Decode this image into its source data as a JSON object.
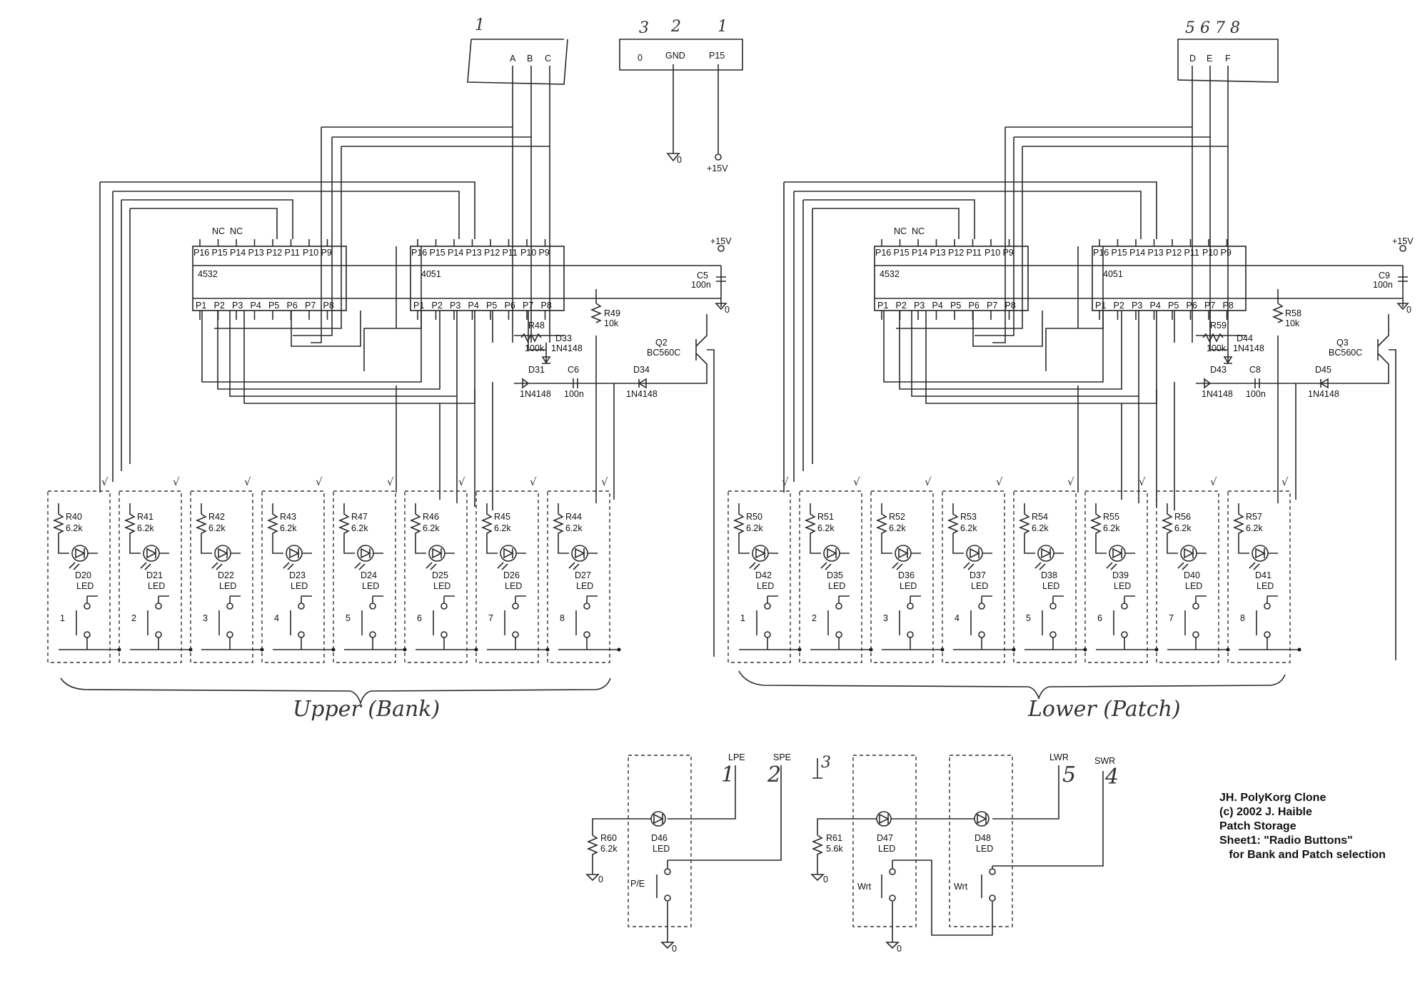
{
  "connectors": {
    "left": {
      "pins": [
        "A",
        "B",
        "C"
      ],
      "hw_number": "1"
    },
    "mid": {
      "pins": [
        "GND",
        "P15"
      ],
      "numbers": [
        "3",
        "2",
        "1"
      ],
      "left_mark": "0"
    },
    "right": {
      "pins": [
        "D",
        "E",
        "F"
      ],
      "hw_numbers": "5 6 7  8"
    }
  },
  "supply": {
    "vplus": "+15V",
    "gnd": "0"
  },
  "ic": {
    "upper_a": {
      "name": "4532",
      "top_pins": [
        "P16",
        "P15",
        "P14",
        "P13",
        "P12",
        "P11",
        "P10",
        "P9"
      ],
      "bottom_pins": [
        "P1",
        "P2",
        "P3",
        "P4",
        "P5",
        "P6",
        "P7",
        "P8"
      ],
      "nc": [
        "NC",
        "NC"
      ]
    },
    "upper_b": {
      "name": "4051",
      "top_pins": [
        "P16",
        "P15",
        "P14",
        "P13",
        "P12",
        "P11",
        "P10",
        "P9"
      ],
      "bottom_pins": [
        "P1",
        "P2",
        "P3",
        "P4",
        "P5",
        "P6",
        "P7",
        "P8"
      ]
    },
    "lower_a": {
      "name": "4532",
      "top_pins": [
        "P16",
        "P15",
        "P14",
        "P13",
        "P12",
        "P11",
        "P10",
        "P9"
      ],
      "bottom_pins": [
        "P1",
        "P2",
        "P3",
        "P4",
        "P5",
        "P6",
        "P7",
        "P8"
      ],
      "nc": [
        "NC",
        "NC"
      ]
    },
    "lower_b": {
      "name": "4051",
      "top_pins": [
        "P16",
        "P15",
        "P14",
        "P13",
        "P12",
        "P11",
        "P10",
        "P9"
      ],
      "bottom_pins": [
        "P1",
        "P2",
        "P3",
        "P4",
        "P5",
        "P6",
        "P7",
        "P8"
      ]
    }
  },
  "upper_parts": {
    "c5": [
      "C5",
      "100n"
    ],
    "r49": [
      "R49",
      "10k"
    ],
    "r48": [
      "R48",
      "100k"
    ],
    "d33": [
      "D33",
      "1N4148"
    ],
    "d31": [
      "D31",
      "1N4148"
    ],
    "c6": [
      "C6",
      "100n"
    ],
    "d34": [
      "D34",
      "1N4148"
    ],
    "q2": [
      "Q2",
      "BC560C"
    ]
  },
  "lower_parts": {
    "c9": [
      "C9",
      "100n"
    ],
    "r58": [
      "R58",
      "10k"
    ],
    "r59": [
      "R59",
      "100k"
    ],
    "d44": [
      "D44",
      "1N4148"
    ],
    "d43": [
      "D43",
      "1N4148"
    ],
    "c8": [
      "C8",
      "100n"
    ],
    "d45": [
      "D45",
      "1N4148"
    ],
    "q3": [
      "Q3",
      "BC560C"
    ]
  },
  "upper_buttons": [
    {
      "r": "R40",
      "rv": "6.2k",
      "d": "D20",
      "led": "LED",
      "n": "1"
    },
    {
      "r": "R41",
      "rv": "6.2k",
      "d": "D21",
      "led": "LED",
      "n": "2"
    },
    {
      "r": "R42",
      "rv": "6.2k",
      "d": "D22",
      "led": "LED",
      "n": "3"
    },
    {
      "r": "R43",
      "rv": "6.2k",
      "d": "D23",
      "led": "LED",
      "n": "4"
    },
    {
      "r": "R47",
      "rv": "6.2k",
      "d": "D24",
      "led": "LED",
      "n": "5"
    },
    {
      "r": "R46",
      "rv": "6.2k",
      "d": "D25",
      "led": "LED",
      "n": "6"
    },
    {
      "r": "R45",
      "rv": "6.2k",
      "d": "D26",
      "led": "LED",
      "n": "7"
    },
    {
      "r": "R44",
      "rv": "6.2k",
      "d": "D27",
      "led": "LED",
      "n": "8"
    }
  ],
  "lower_buttons": [
    {
      "r": "R50",
      "rv": "6.2k",
      "d": "D42",
      "led": "LED",
      "n": "1"
    },
    {
      "r": "R51",
      "rv": "6.2k",
      "d": "D35",
      "led": "LED",
      "n": "2"
    },
    {
      "r": "R52",
      "rv": "6.2k",
      "d": "D36",
      "led": "LED",
      "n": "3"
    },
    {
      "r": "R53",
      "rv": "6.2k",
      "d": "D37",
      "led": "LED",
      "n": "4"
    },
    {
      "r": "R54",
      "rv": "6.2k",
      "d": "D38",
      "led": "LED",
      "n": "5"
    },
    {
      "r": "R55",
      "rv": "6.2k",
      "d": "D39",
      "led": "LED",
      "n": "6"
    },
    {
      "r": "R56",
      "rv": "6.2k",
      "d": "D40",
      "led": "LED",
      "n": "7"
    },
    {
      "r": "R57",
      "rv": "6.2k",
      "d": "D41",
      "led": "LED",
      "n": "8"
    }
  ],
  "handwritten": {
    "upper": "Upper (Bank)",
    "lower": "Lower (Patch)"
  },
  "bottom": {
    "lpe": {
      "label": "LPE",
      "hw": "1"
    },
    "spe": {
      "label": "SPE",
      "hw": "2"
    },
    "mark3": "3",
    "lwr": {
      "label": "LWR",
      "hw": "5"
    },
    "swr": {
      "label": "SWR",
      "hw": "4"
    },
    "r60": [
      "R60",
      "6.2k"
    ],
    "r61": [
      "R61",
      "5.6k"
    ],
    "d46": [
      "D46",
      "LED"
    ],
    "d47": [
      "D47",
      "LED"
    ],
    "d48": [
      "D48",
      "LED"
    ],
    "sw_pe": "P/E",
    "sw_wrt1": "Wrt",
    "sw_wrt2": "Wrt"
  },
  "title_block": [
    "JH. PolyKorg Clone",
    "(c) 2002 J. Haible",
    "Patch Storage",
    "Sheet1: \"Radio Buttons\"",
    "   for Bank and Patch selection"
  ]
}
